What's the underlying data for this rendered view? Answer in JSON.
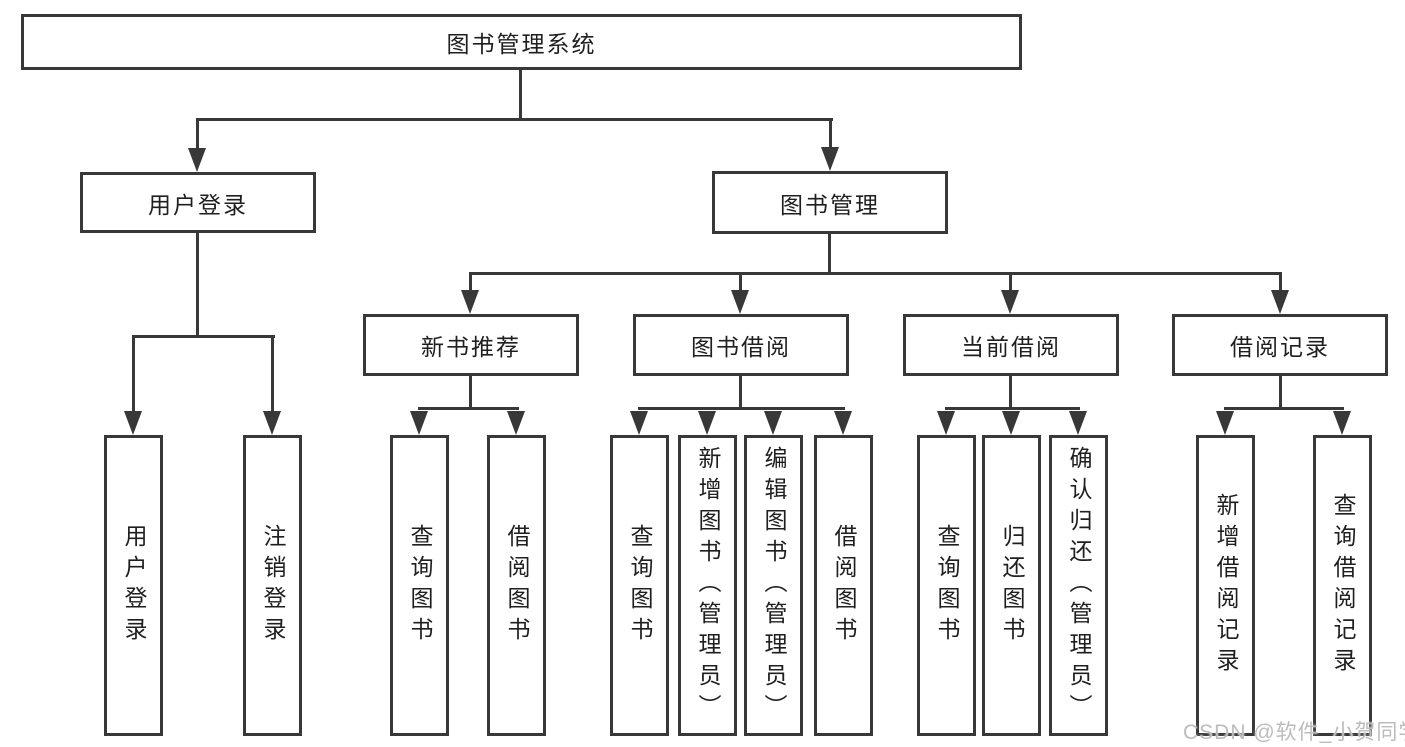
{
  "root": {
    "label": "图书管理系统"
  },
  "level2": [
    {
      "label": "用户登录"
    },
    {
      "label": "图书管理"
    }
  ],
  "level3": [
    {
      "label": "新书推荐"
    },
    {
      "label": "图书借阅"
    },
    {
      "label": "当前借阅"
    },
    {
      "label": "借阅记录"
    }
  ],
  "leaves": {
    "user_login": [
      "用户登录",
      "注销登录"
    ],
    "new_book": [
      "查询图书",
      "借阅图书"
    ],
    "borrow": [
      "查询图书",
      "新增图书（管理员）",
      "编辑图书（管理员）",
      "借阅图书"
    ],
    "current": [
      "查询图书",
      "归还图书",
      "确认归还（管理员）"
    ],
    "records": [
      "新增借阅记录",
      "查询借阅记录"
    ]
  },
  "watermark": "CSDN @软件_小贺同学",
  "colors": {
    "line": "#383838",
    "border": "#383838",
    "watermark": "#bcbcbc",
    "background": "#ffffff"
  }
}
